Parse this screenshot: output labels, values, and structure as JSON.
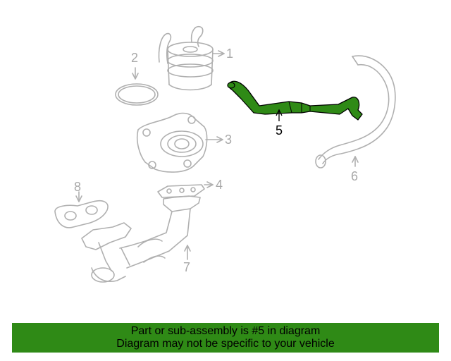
{
  "callouts": {
    "c1": "1",
    "c2": "2",
    "c3": "3",
    "c4": "4",
    "c5": "5",
    "c6": "6",
    "c7": "7",
    "c8": "8"
  },
  "highlighted_part": "5",
  "colors": {
    "part_outline": "#b0b0b0",
    "highlight_fill": "#2f8a16",
    "highlight_stroke": "#000000",
    "banner_bg": "#2f8a16"
  },
  "banner": {
    "line1": "Part or sub-assembly is #5 in diagram",
    "line2": "Diagram may not be specific to your vehicle"
  }
}
